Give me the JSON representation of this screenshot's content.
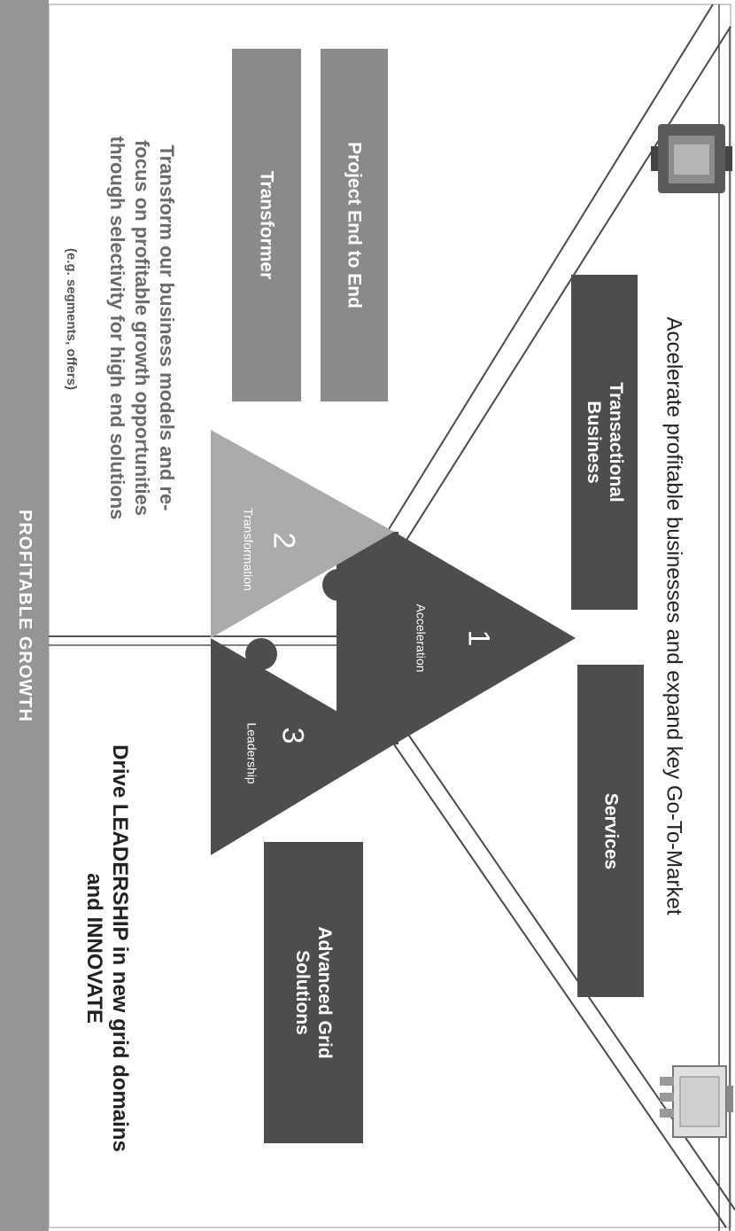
{
  "colors": {
    "dark": "#4d4d4d",
    "medium": "#8a8a8a",
    "light": "#ababab",
    "band": "#959595",
    "line": "#4a4a4a"
  },
  "top_heading": "Accelerate profitable businesses and expand key Go-To-Market",
  "boxes": {
    "transactional": "Transactional\nBusiness",
    "services": "Services",
    "advanced_grid": "Advanced Grid\nSolutions",
    "project_end_to_end": "Project End to End",
    "transformer": "Transformer"
  },
  "puzzle": {
    "acceleration": {
      "number": "1",
      "label": "Acceleration"
    },
    "transformation": {
      "number": "2",
      "label": "Transformation"
    },
    "leadership": {
      "number": "3",
      "label": "Leadership"
    }
  },
  "transform_text": "Transform our business models and re-\nfocus on profitable growth opportunities\nthrough selectivity for high end solutions",
  "transform_note": "(e.g. segments, offers)",
  "leadership_text": "Drive LEADERSHIP in new grid domains\nand INNOVATE",
  "bottom_band": "PROFITABLE GROWTH",
  "icons": [
    "switchgear-device-icon",
    "circuit-breaker-icon"
  ]
}
